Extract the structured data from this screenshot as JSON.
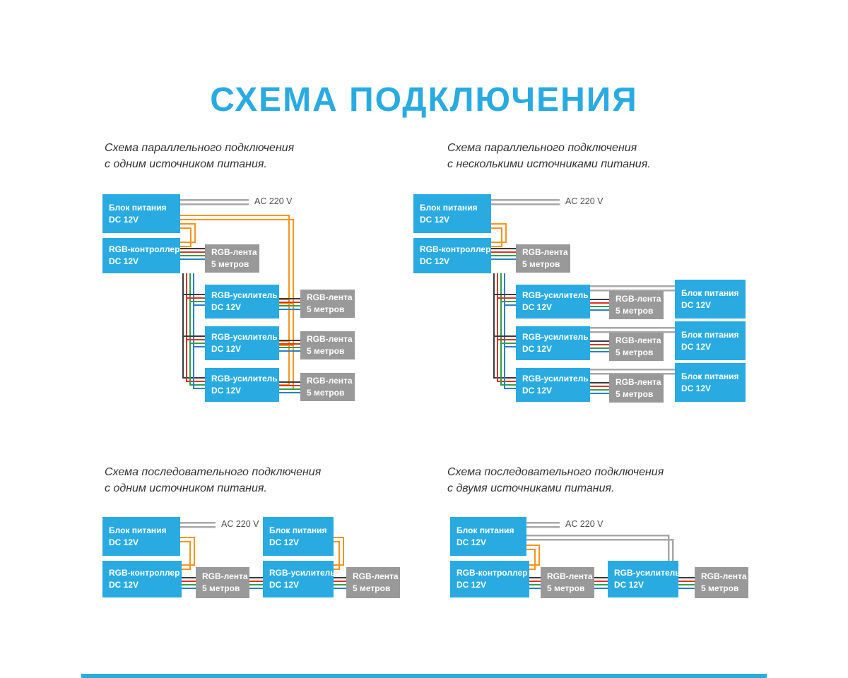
{
  "title": "СХЕМА ПОДКЛЮЧЕНИЯ",
  "colors": {
    "accent_blue": "#29abe2",
    "box_gray": "#999999",
    "wire_gray": "#a8a8a8",
    "wire_orange": "#f7941d",
    "ribbon_black": "#3b3b3b",
    "ribbon_red": "#e03127",
    "ribbon_green": "#2fa24a",
    "ribbon_blue": "#2a7fc9"
  },
  "labels": {
    "psu_line1": "Блок питания",
    "psu_line2": "DC 12V",
    "controller_line1": "RGB-контроллер",
    "controller_line2": "DC 12V",
    "amplifier_line1": "RGB-усилитель",
    "amplifier_line2": "DC 12V",
    "strip_line1": "RGB-лента",
    "strip_line2": "5 метров",
    "ac_voltage": "AC 220 V"
  },
  "diagrams": {
    "parallel_single": {
      "caption_line1": "Схема параллельного подключения",
      "caption_line2": "с одним источником питания."
    },
    "parallel_multi": {
      "caption_line1": "Схема параллельного подключения",
      "caption_line2": "с несколькими источниками питания."
    },
    "series_single": {
      "caption_line1": "Схема последовательного подключения",
      "caption_line2": "с одним источником питания."
    },
    "series_double": {
      "caption_line1": "Схема последовательного подключения",
      "caption_line2": "с двумя источниками питания."
    }
  }
}
